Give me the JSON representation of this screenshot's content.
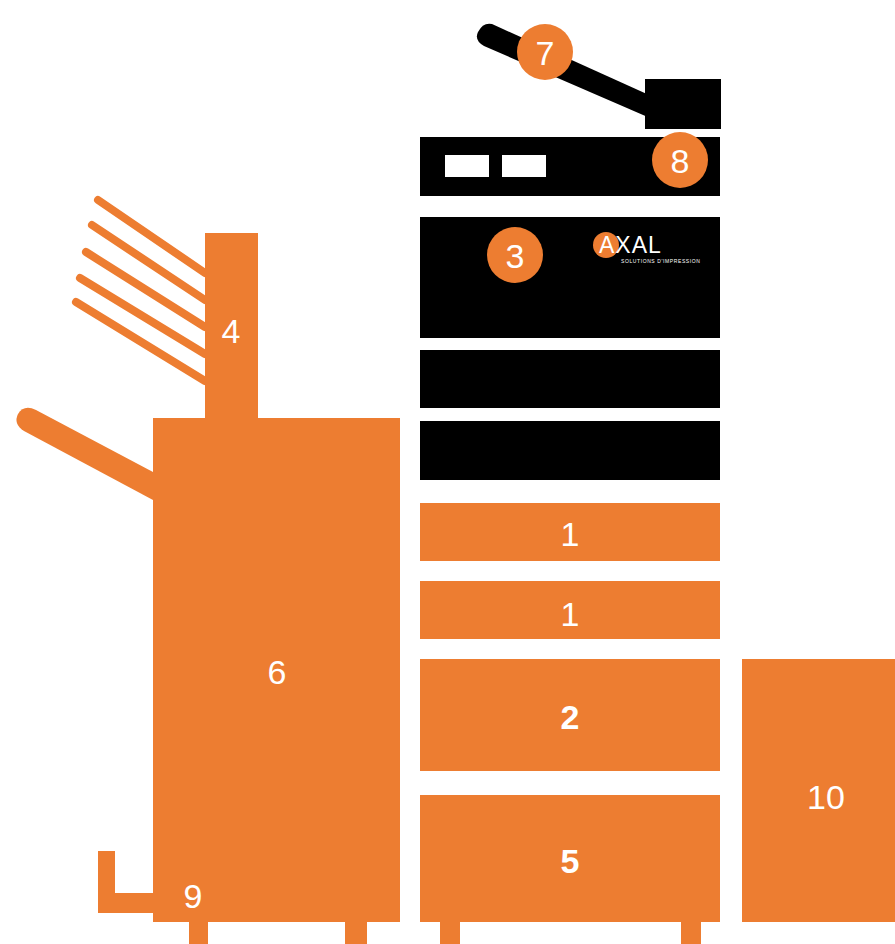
{
  "diagram": {
    "nodes": [
      {
        "text": [
          "7"
        ]
      },
      {
        "text": [
          "8"
        ]
      },
      {
        "text": [
          "3"
        ]
      },
      {
        "text": [
          "4"
        ]
      },
      {
        "text": [
          "1"
        ]
      },
      {
        "text": [
          "1"
        ]
      },
      {
        "text": [
          "6",
          "9"
        ]
      },
      {
        "text": [
          "2"
        ]
      },
      {
        "text": [
          "10"
        ]
      },
      {
        "text": [
          "5"
        ]
      }
    ],
    "labels": [
      "AXAL",
      "SOLUTIONS D'IMPRESSION"
    ]
  }
}
